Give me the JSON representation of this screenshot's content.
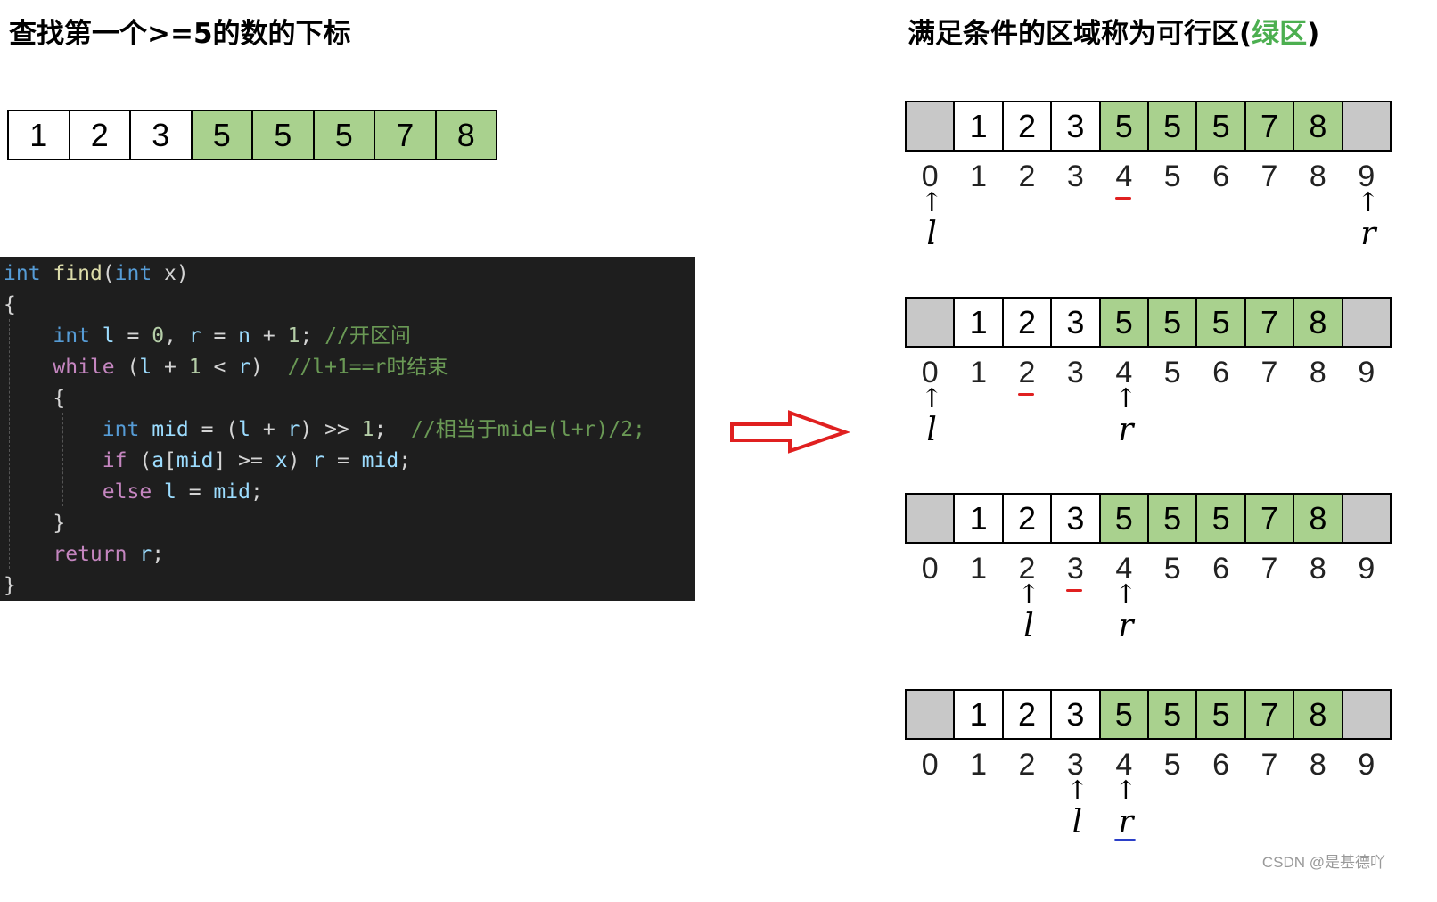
{
  "left_title": "查找第一个>=5的数的下标",
  "right_title_main": "满足条件的区域称为可行区(",
  "right_title_green": "绿区",
  "right_title_close": ")",
  "top_array": [
    "1",
    "2",
    "3",
    "5",
    "5",
    "5",
    "7",
    "8"
  ],
  "top_array_green_from": 3,
  "indices": [
    "0",
    "1",
    "2",
    "3",
    "4",
    "5",
    "6",
    "7",
    "8",
    "9"
  ],
  "pointer_arrow": "↑",
  "pointer_l": "l",
  "pointer_r": "r",
  "steps": [
    {
      "l": 0,
      "r": 9,
      "mid": 4
    },
    {
      "l": 0,
      "r": 4,
      "mid": 2
    },
    {
      "l": 2,
      "r": 4,
      "mid": 3
    },
    {
      "l": 3,
      "r": 4,
      "answer": 4
    }
  ],
  "code": {
    "line1": {
      "kw1": "int",
      "fn": "find",
      "p1": "(",
      "kw2": "int",
      "arg": " x",
      "p2": ")"
    },
    "line2": "{",
    "line3": {
      "kw": "int",
      "v1": "l",
      "eq1": " = ",
      "n0": "0",
      "c1": ", ",
      "v2": "r",
      "eq2": " = ",
      "n": "n",
      "plus": " + ",
      "n1": "1",
      "semi": "; ",
      "cmt": "//开区间"
    },
    "line4": {
      "kw": "while",
      "open": " (",
      "v1": "l",
      "plus": " + ",
      "n1": "1",
      "lt": " < ",
      "v2": "r",
      "close": ")  ",
      "cmt": "//l+1==r时结束"
    },
    "line5": "{",
    "line6": {
      "kw": "int",
      "v1": "mid",
      "eq": " = (",
      "v2": "l",
      "plus": " + ",
      "v3": "r",
      "shift": ") >> ",
      "n1": "1",
      "semi": ";  ",
      "cmt": "//相当于mid=(l+r)/2;"
    },
    "line7": {
      "kw": "if",
      "open": " (",
      "a": "a",
      "br1": "[",
      "mid": "mid",
      "br2": "] >= ",
      "x": "x",
      "close": ") ",
      "r": "r",
      "eq": " = ",
      "mid2": "mid",
      "semi": ";"
    },
    "line8": {
      "kw": "else",
      "l": " l",
      "eq": " = ",
      "mid": "mid",
      "semi": ";"
    },
    "line9": "}",
    "line10": {
      "kw": "return",
      "r": " r",
      "semi": ";"
    },
    "line11": "}"
  },
  "colors": {
    "green_cell": "#a9d18e",
    "gray_cell": "#c8c8c8",
    "mid_mark": "#e02020",
    "answer_mark": "#2b3fc8",
    "arrow_red": "#e02020"
  },
  "watermark": "CSDN @是基德吖"
}
